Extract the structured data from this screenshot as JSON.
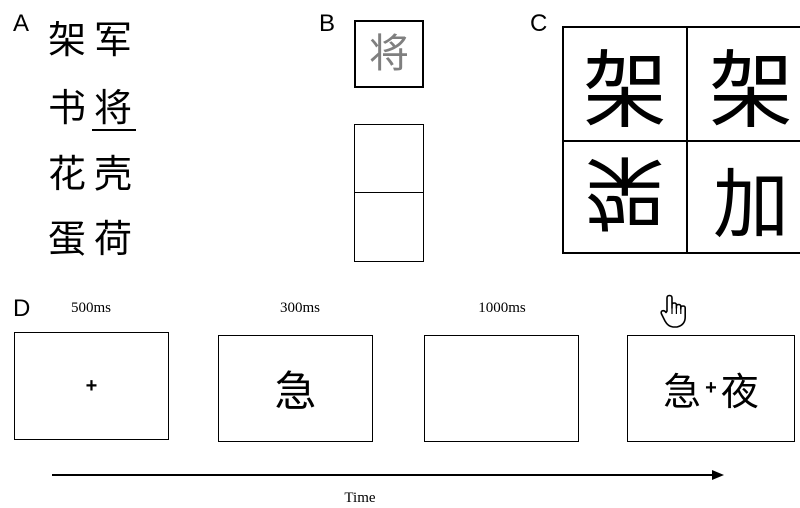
{
  "panels": {
    "a": {
      "label": "A",
      "rows": [
        {
          "left": "架",
          "right": "军"
        },
        {
          "left": "书",
          "right": "将"
        },
        {
          "left": "花",
          "right": "壳"
        },
        {
          "left": "蛋",
          "right": "荷"
        }
      ]
    },
    "b": {
      "label": "B",
      "cue_char": "将",
      "cue_color": "#7f7f7f"
    },
    "c": {
      "label": "C",
      "cells": [
        "架",
        "架",
        "架",
        "加"
      ]
    },
    "d": {
      "label": "D",
      "frames": [
        {
          "duration": "500ms",
          "content": "+"
        },
        {
          "duration": "300ms",
          "content": "急"
        },
        {
          "duration": "1000ms",
          "content": ""
        },
        {
          "duration": "",
          "left": "急",
          "center": "+",
          "right": "夜"
        }
      ],
      "axis_label": "Time",
      "cursor_icon": "hand-pointer-icon"
    }
  }
}
